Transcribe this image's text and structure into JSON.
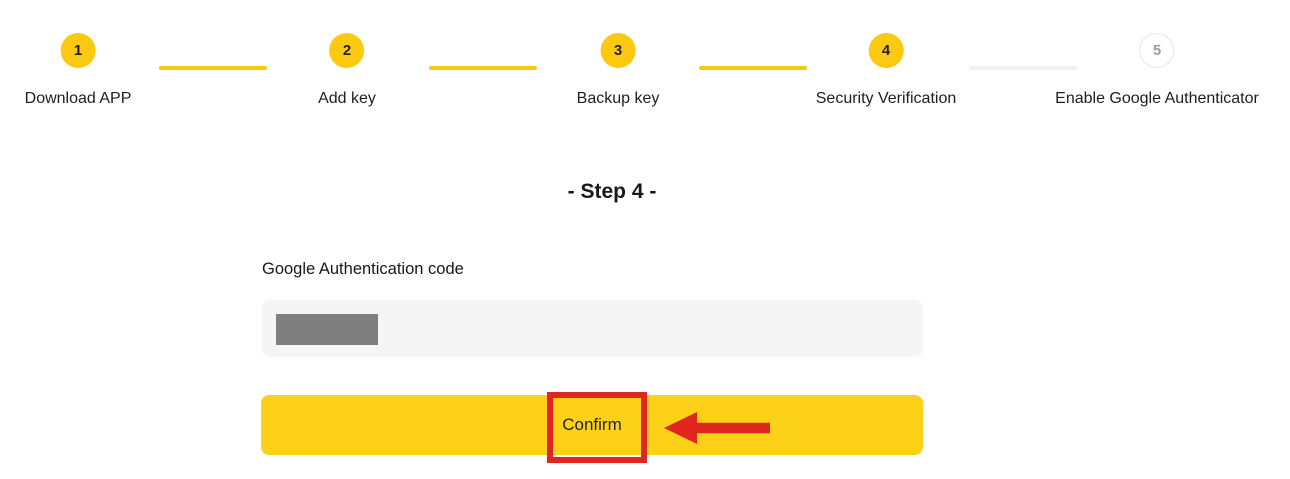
{
  "stepper": {
    "steps": [
      {
        "number": "1",
        "label": "Download APP",
        "state": "done"
      },
      {
        "number": "2",
        "label": "Add key",
        "state": "done"
      },
      {
        "number": "3",
        "label": "Backup key",
        "state": "done"
      },
      {
        "number": "4",
        "label": "Security Verification",
        "state": "current"
      },
      {
        "number": "5",
        "label": "Enable Google Authenticator",
        "state": "upcoming"
      }
    ]
  },
  "content": {
    "step_heading": "- Step 4 -",
    "form": {
      "label": "Google Authentication code",
      "input_value_obscured": true,
      "confirm_label": "Confirm"
    }
  },
  "annotations": {
    "highlight_box": "red rectangle around Confirm label",
    "arrow": "red arrow pointing left at Confirm",
    "color": "#e1251f"
  },
  "colors": {
    "brand_yellow": "#fbca10",
    "button_yellow": "#fdd118",
    "pending_gray": "#efefef",
    "text_dark": "#1b1e23",
    "inactive_text": "#9aa0a6",
    "input_bg": "#f5f5f5",
    "redaction_gray": "#7f7f7f"
  }
}
